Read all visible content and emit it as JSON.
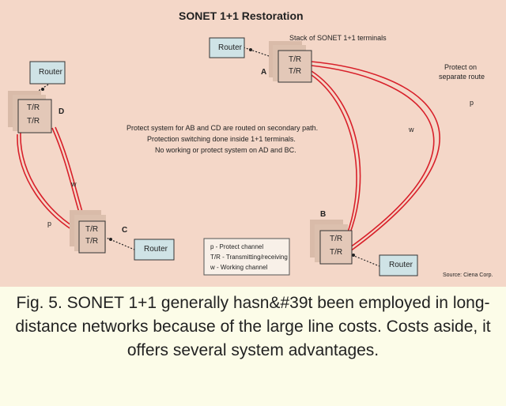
{
  "diagram": {
    "title": "SONET 1+1 Restoration",
    "stack_label": "Stack of SONET 1+1 terminals",
    "protect_label_line1": "Protect on",
    "protect_label_line2": "separate route",
    "note_line1": "Protect system for AB and CD are routed on secondary path.",
    "note_line2": "Protection switching done inside 1+1 terminals.",
    "note_line3": "No working or protect system on AD and BC.",
    "legend_p": "p - Protect channel",
    "legend_tr": "T/R - Transmitting/receiving",
    "legend_w": "w - Working channel",
    "source": "Source: Ciena Corp.",
    "nodes": {
      "A": {
        "letter": "A",
        "terminal_line1": "T/R",
        "terminal_line2": "T/R",
        "router": "Router"
      },
      "B": {
        "letter": "B",
        "terminal_line1": "T/R",
        "terminal_line2": "T/R",
        "router": "Router"
      },
      "C": {
        "letter": "C",
        "terminal_line1": "T/R",
        "terminal_line2": "T/R",
        "router": "Router"
      },
      "D": {
        "letter": "D",
        "terminal_line1": "T/R",
        "terminal_line2": "T/R",
        "router": "Router"
      }
    },
    "link_labels": {
      "left_w": "w",
      "left_p": "p",
      "right_w": "w",
      "right_p": "p"
    },
    "colors": {
      "background": "#f4d7c8",
      "router_fill": "#cfe3e6",
      "terminal_fill": "#e3c8b8",
      "fiber": "#d8202a"
    }
  },
  "caption": "Fig. 5. SONET 1+1 generally hasn&#39t been employed in long-distance networks because of the large line costs. Costs aside, it offers several system advantages."
}
